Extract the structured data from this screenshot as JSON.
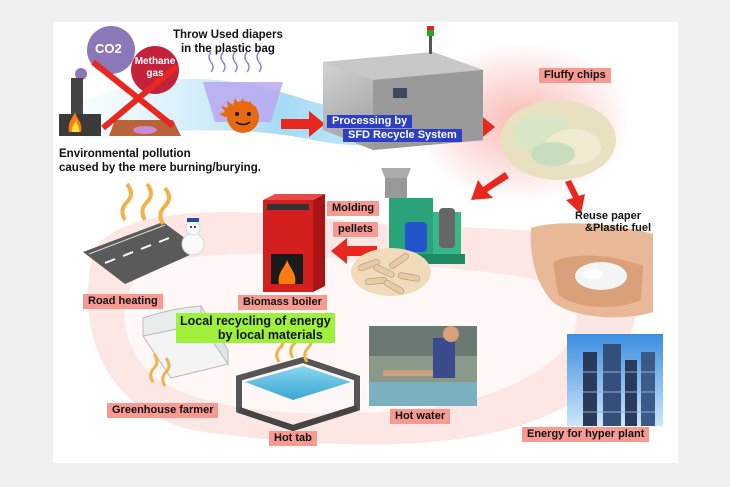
{
  "labels": {
    "co2": "CO2",
    "methane_line1": "Methane",
    "methane_line2": "gas",
    "throw_line1": "Throw Used diapers",
    "throw_line2": "in the plastic bag",
    "pollution_line1": "Environmental pollution",
    "pollution_line2": "caused by the mere burning/burying.",
    "processing_line1": "Processing by",
    "processing_line2": "SFD Recycle System",
    "fluffy_chips": "Fluffy chips",
    "reuse_line1": "Reuse paper",
    "reuse_line2": "&Plastic fuel",
    "molding_line1": "Molding",
    "molding_line2": "pellets",
    "biomass_boiler": "Biomass boiler",
    "road_heating": "Road heating",
    "local_line1": "Local recycling of energy",
    "local_line2": "by local materials",
    "greenhouse_farmer": "Greenhouse farmer",
    "hot_tab": "Hot tab",
    "hot_water": "Hot water",
    "energy_plant": "Energy for hyper plant"
  },
  "colors": {
    "label_bg": "#f69a92",
    "processing_bg": "#2d3fc7",
    "local_bg": "#9ef03a",
    "arrow": "#e8281e",
    "flow_red": "#f8b0ab",
    "flow_blue": "#8fd2f2"
  },
  "icons": [
    "co2-bubble",
    "methane-bubble",
    "chimney-fire",
    "diaper-bag",
    "recycle-machine",
    "fluffy-chips",
    "hands-chips",
    "pellet-mill",
    "biomass-boiler",
    "road-heat",
    "snowman",
    "greenhouse",
    "hot-tub",
    "hot-water-photo",
    "power-plant"
  ]
}
